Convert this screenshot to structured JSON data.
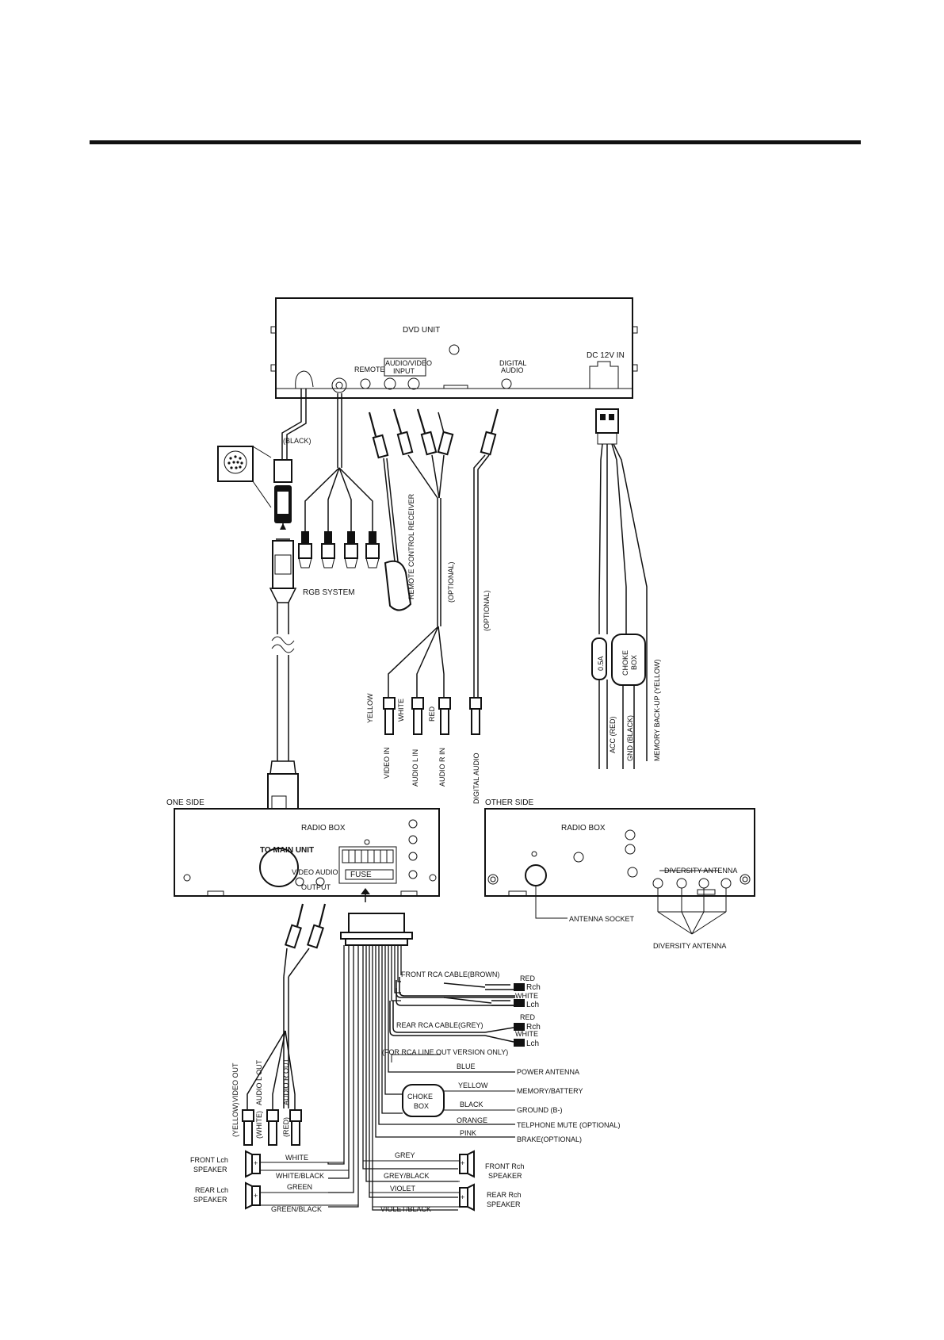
{
  "dvd_unit": {
    "title": "DVD UNIT",
    "remote": "REMOTE",
    "av_input_1": "AUDIO/VIDEO",
    "av_input_2": "INPUT",
    "digital_audio_1": "DIGITAL",
    "digital_audio_2": "AUDIO",
    "dc_in": "DC 12V IN"
  },
  "cables": {
    "black": "(BLACK)",
    "rgb_system": "RGB SYSTEM",
    "remote_receiver": "REMOTE CONTROL RECEIVER",
    "optional_1": "(OPTIONAL)",
    "optional_2": "(OPTIONAL)",
    "yellow": "YELLOW",
    "white": "WHITE",
    "red": "RED",
    "video_in": "VIDEO IN",
    "audio_l_in": "AUDIO L IN",
    "audio_r_in": "AUDIO R IN",
    "digital_audio": "DIGITAL AUDIO",
    "fuse_05a": "0.5A",
    "choke_1": "CHOKE",
    "choke_2": "BOX",
    "acc": "ACC (RED)",
    "gnd": "GND (BLACK)",
    "memory_backup": "MEMORY BACK-UP (YELLOW)"
  },
  "radio_one": {
    "side": "ONE SIDE",
    "title": "RADIO BOX",
    "to_main": "TO MAIN UNIT",
    "video_audio": "VIDEO AUDIO",
    "output": "OUTPUT",
    "fuse": "FUSE"
  },
  "radio_other": {
    "side": "OTHER SIDE",
    "title": "RADIO BOX",
    "diversity_antenna": "DIVERSITY ANTENNA",
    "antenna_socket": "ANTENNA SOCKET",
    "diversity_antenna_label": "DIVERSITY ANTENNA"
  },
  "outputs": {
    "video_out": "VIDEO OUT",
    "audio_l_out": "AUDIO L OUT",
    "audio_r_out": "AUDIO R OUT",
    "yellow": "(YELLOW)",
    "white": "(WHITE)",
    "red": "(RED)"
  },
  "harness": {
    "front_rca": "FRONT RCA CABLE(BROWN)",
    "rear_rca": "REAR RCA CABLE(GREY)",
    "rca_note": "(FOR RCA LINE OUT VERSION ONLY)",
    "red1": "RED",
    "rch1": "Rch",
    "white1": "WHITE",
    "lch1": "Lch",
    "red2": "RED",
    "rch2": "Rch",
    "white2": "WHITE",
    "lch2": "Lch",
    "blue": "BLUE",
    "power_antenna": "POWER   ANTENNA",
    "yellow": "YELLOW",
    "memory_battery": "MEMORY/BATTERY",
    "choke_1": "CHOKE",
    "choke_2": "BOX",
    "black": "BLACK",
    "ground": "GROUND (B-)",
    "orange": "ORANGE",
    "tel_mute": "TELPHONE MUTE (OPTIONAL)",
    "pink": "PINK",
    "brake": "BRAKE(OPTIONAL)"
  },
  "speakers": {
    "front_lch_1": "FRONT Lch",
    "front_lch_2": "SPEAKER",
    "rear_lch_1": "REAR Lch",
    "rear_lch_2": "SPEAKER",
    "front_rch_1": "FRONT Rch",
    "front_rch_2": "SPEAKER",
    "rear_rch_1": "REAR Rch",
    "rear_rch_2": "SPEAKER",
    "white": "WHITE",
    "white_black": "WHITE/BLACK",
    "green": "GREEN",
    "green_black": "GREEN/BLACK",
    "grey": "GREY",
    "grey_black": "GREY/BLACK",
    "violet": "VIOLET",
    "violet_black": "VIOLET/BLACK"
  }
}
